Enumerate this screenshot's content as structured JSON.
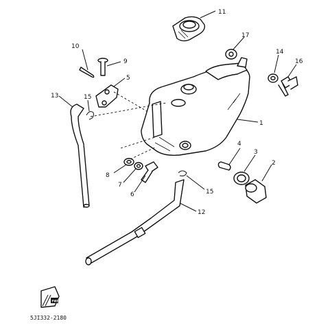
{
  "callouts": {
    "c1": "1",
    "c2": "2",
    "c3": "3",
    "c4": "4",
    "c5": "5",
    "c6": "6",
    "c7": "7",
    "c8": "8",
    "c9": "9",
    "c10": "10",
    "c11": "11",
    "c12": "12",
    "c13": "13",
    "c14": "14",
    "c15a": "15",
    "c15b": "15",
    "c16": "16",
    "c17": "17"
  },
  "diagram_code": "5JI332-2180",
  "badge": "FWD"
}
